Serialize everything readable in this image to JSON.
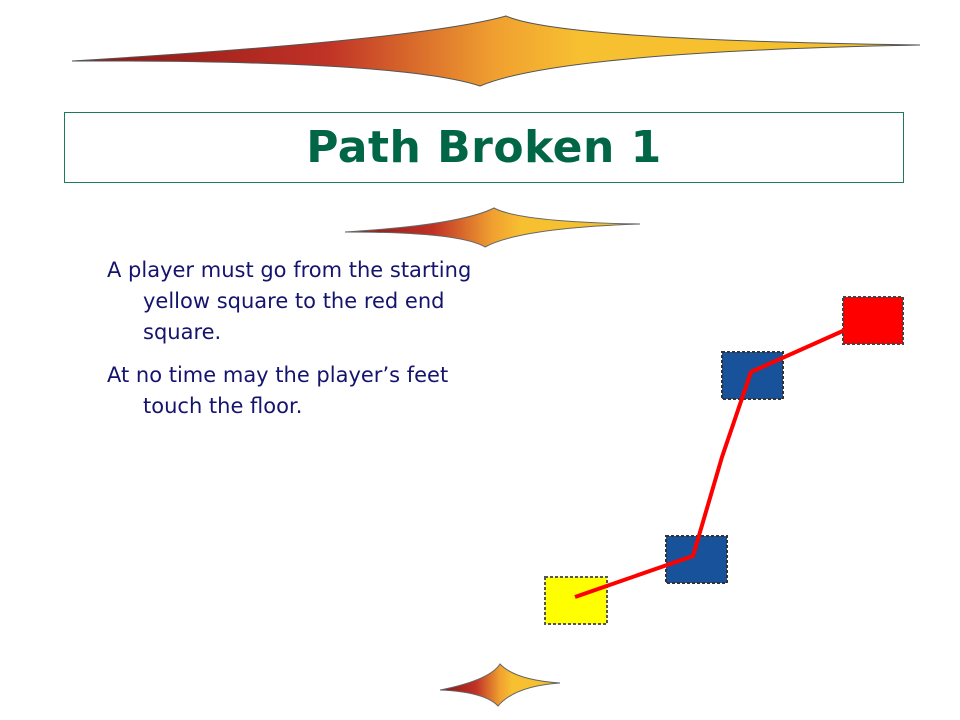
{
  "slide": {
    "title": "Path Broken 1",
    "paragraphs": [
      "A player must go from the starting yellow square to the red end square.",
      "At no time may the player’s feet touch the floor."
    ]
  },
  "colors": {
    "title": "#006645",
    "text": "#14146e",
    "start_square": "#ffff00",
    "stepping_square": "#17529a",
    "end_square": "#ff0000",
    "path": "#ff0000"
  }
}
